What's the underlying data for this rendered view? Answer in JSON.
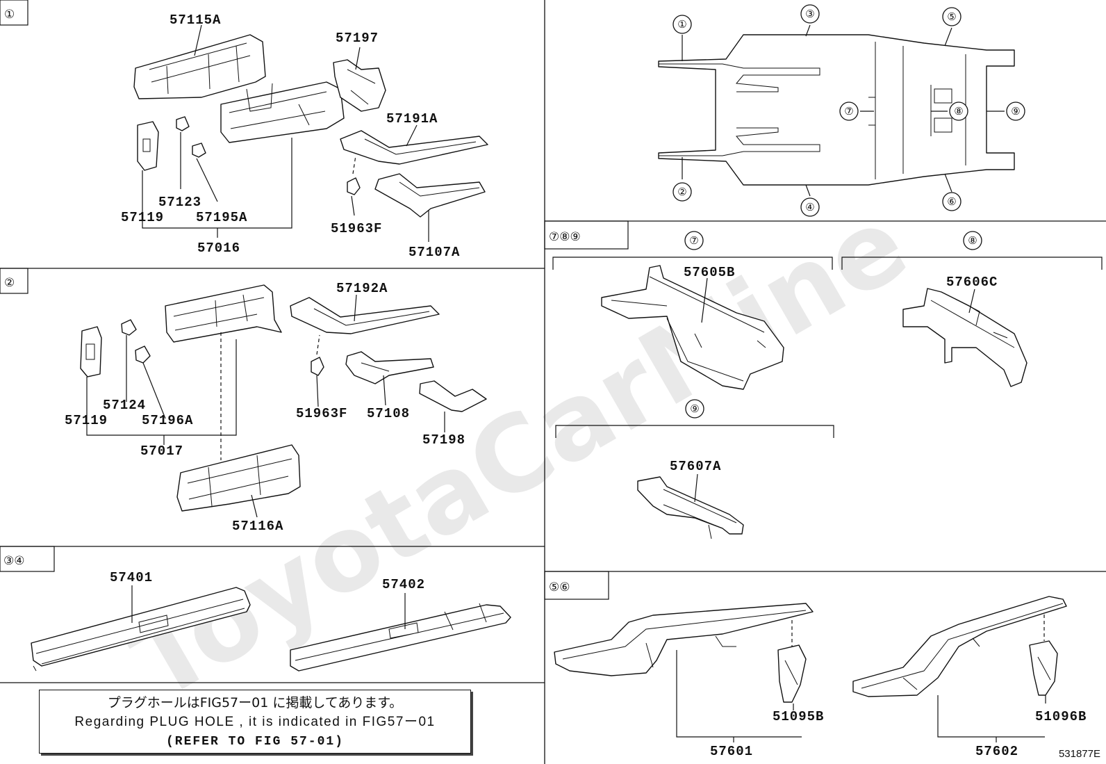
{
  "watermark": "ToyotaCarMine",
  "sections": {
    "s1": "①",
    "s2": "②",
    "s34": "③④",
    "s789": "⑦⑧⑨",
    "s56": "⑤⑥"
  },
  "overview_callouts": [
    "①",
    "②",
    "③",
    "④",
    "⑤",
    "⑥",
    "⑦",
    "⑧",
    "⑨"
  ],
  "sub_headers": {
    "h7": "⑦",
    "h8": "⑧",
    "h9": "⑨"
  },
  "parts": {
    "p57115A": "57115A",
    "p57197": "57197",
    "p57191A": "57191A",
    "p57123": "57123",
    "p57195A": "57195A",
    "p57119a": "57119",
    "p57016": "57016",
    "p51963Fa": "51963F",
    "p57107A": "57107A",
    "p57192A": "57192A",
    "p57124": "57124",
    "p57196A": "57196A",
    "p57119b": "57119",
    "p57017": "57017",
    "p51963Fb": "51963F",
    "p57108": "57108",
    "p57198": "57198",
    "p57116A": "57116A",
    "p57401": "57401",
    "p57402": "57402",
    "p57605B": "57605B",
    "p57606C": "57606C",
    "p57607A": "57607A",
    "p51095B": "51095B",
    "p51096B": "51096B",
    "p57601": "57601",
    "p57602": "57602"
  },
  "note": {
    "jp": "プラグホールはFIG57ー01 に掲載してあります。",
    "en": "Regarding PLUG HOLE , it is indicated in FIG57ー01",
    "ref": "(REFER TO FIG 57-01)"
  },
  "figure_id": "531877E"
}
